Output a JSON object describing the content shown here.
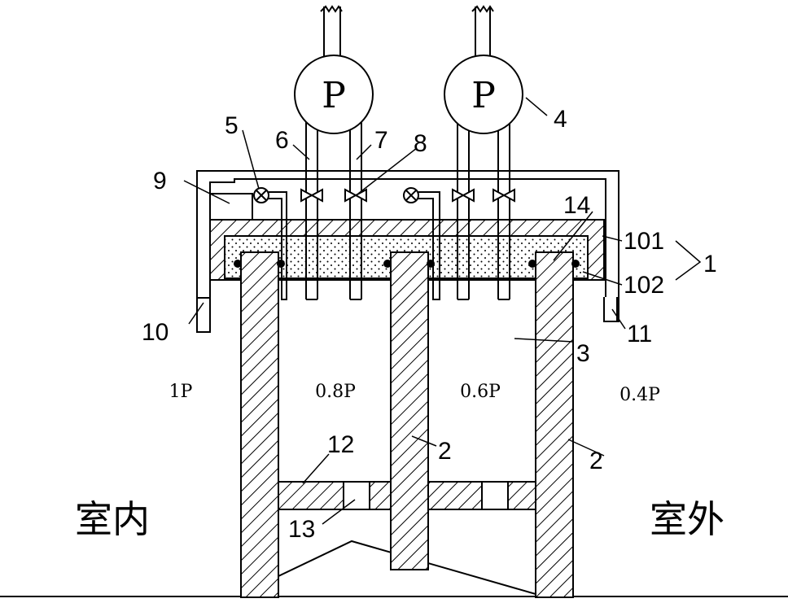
{
  "pumps": [
    {
      "label": "P"
    },
    {
      "label": "P"
    }
  ],
  "pressures": [
    {
      "label": "1P"
    },
    {
      "label": "0.8P"
    },
    {
      "label": "0.6P"
    },
    {
      "label": "0.4P"
    }
  ],
  "sides": {
    "indoor": "室内",
    "outdoor": "室外"
  },
  "callouts": {
    "n1": "1",
    "n2a": "2",
    "n2b": "2",
    "n3": "3",
    "n4": "4",
    "n5": "5",
    "n6": "6",
    "n7": "7",
    "n8": "8",
    "n9": "9",
    "n10": "10",
    "n11": "11",
    "n12": "12",
    "n13": "13",
    "n14": "14",
    "n101": "101",
    "n102": "102"
  }
}
